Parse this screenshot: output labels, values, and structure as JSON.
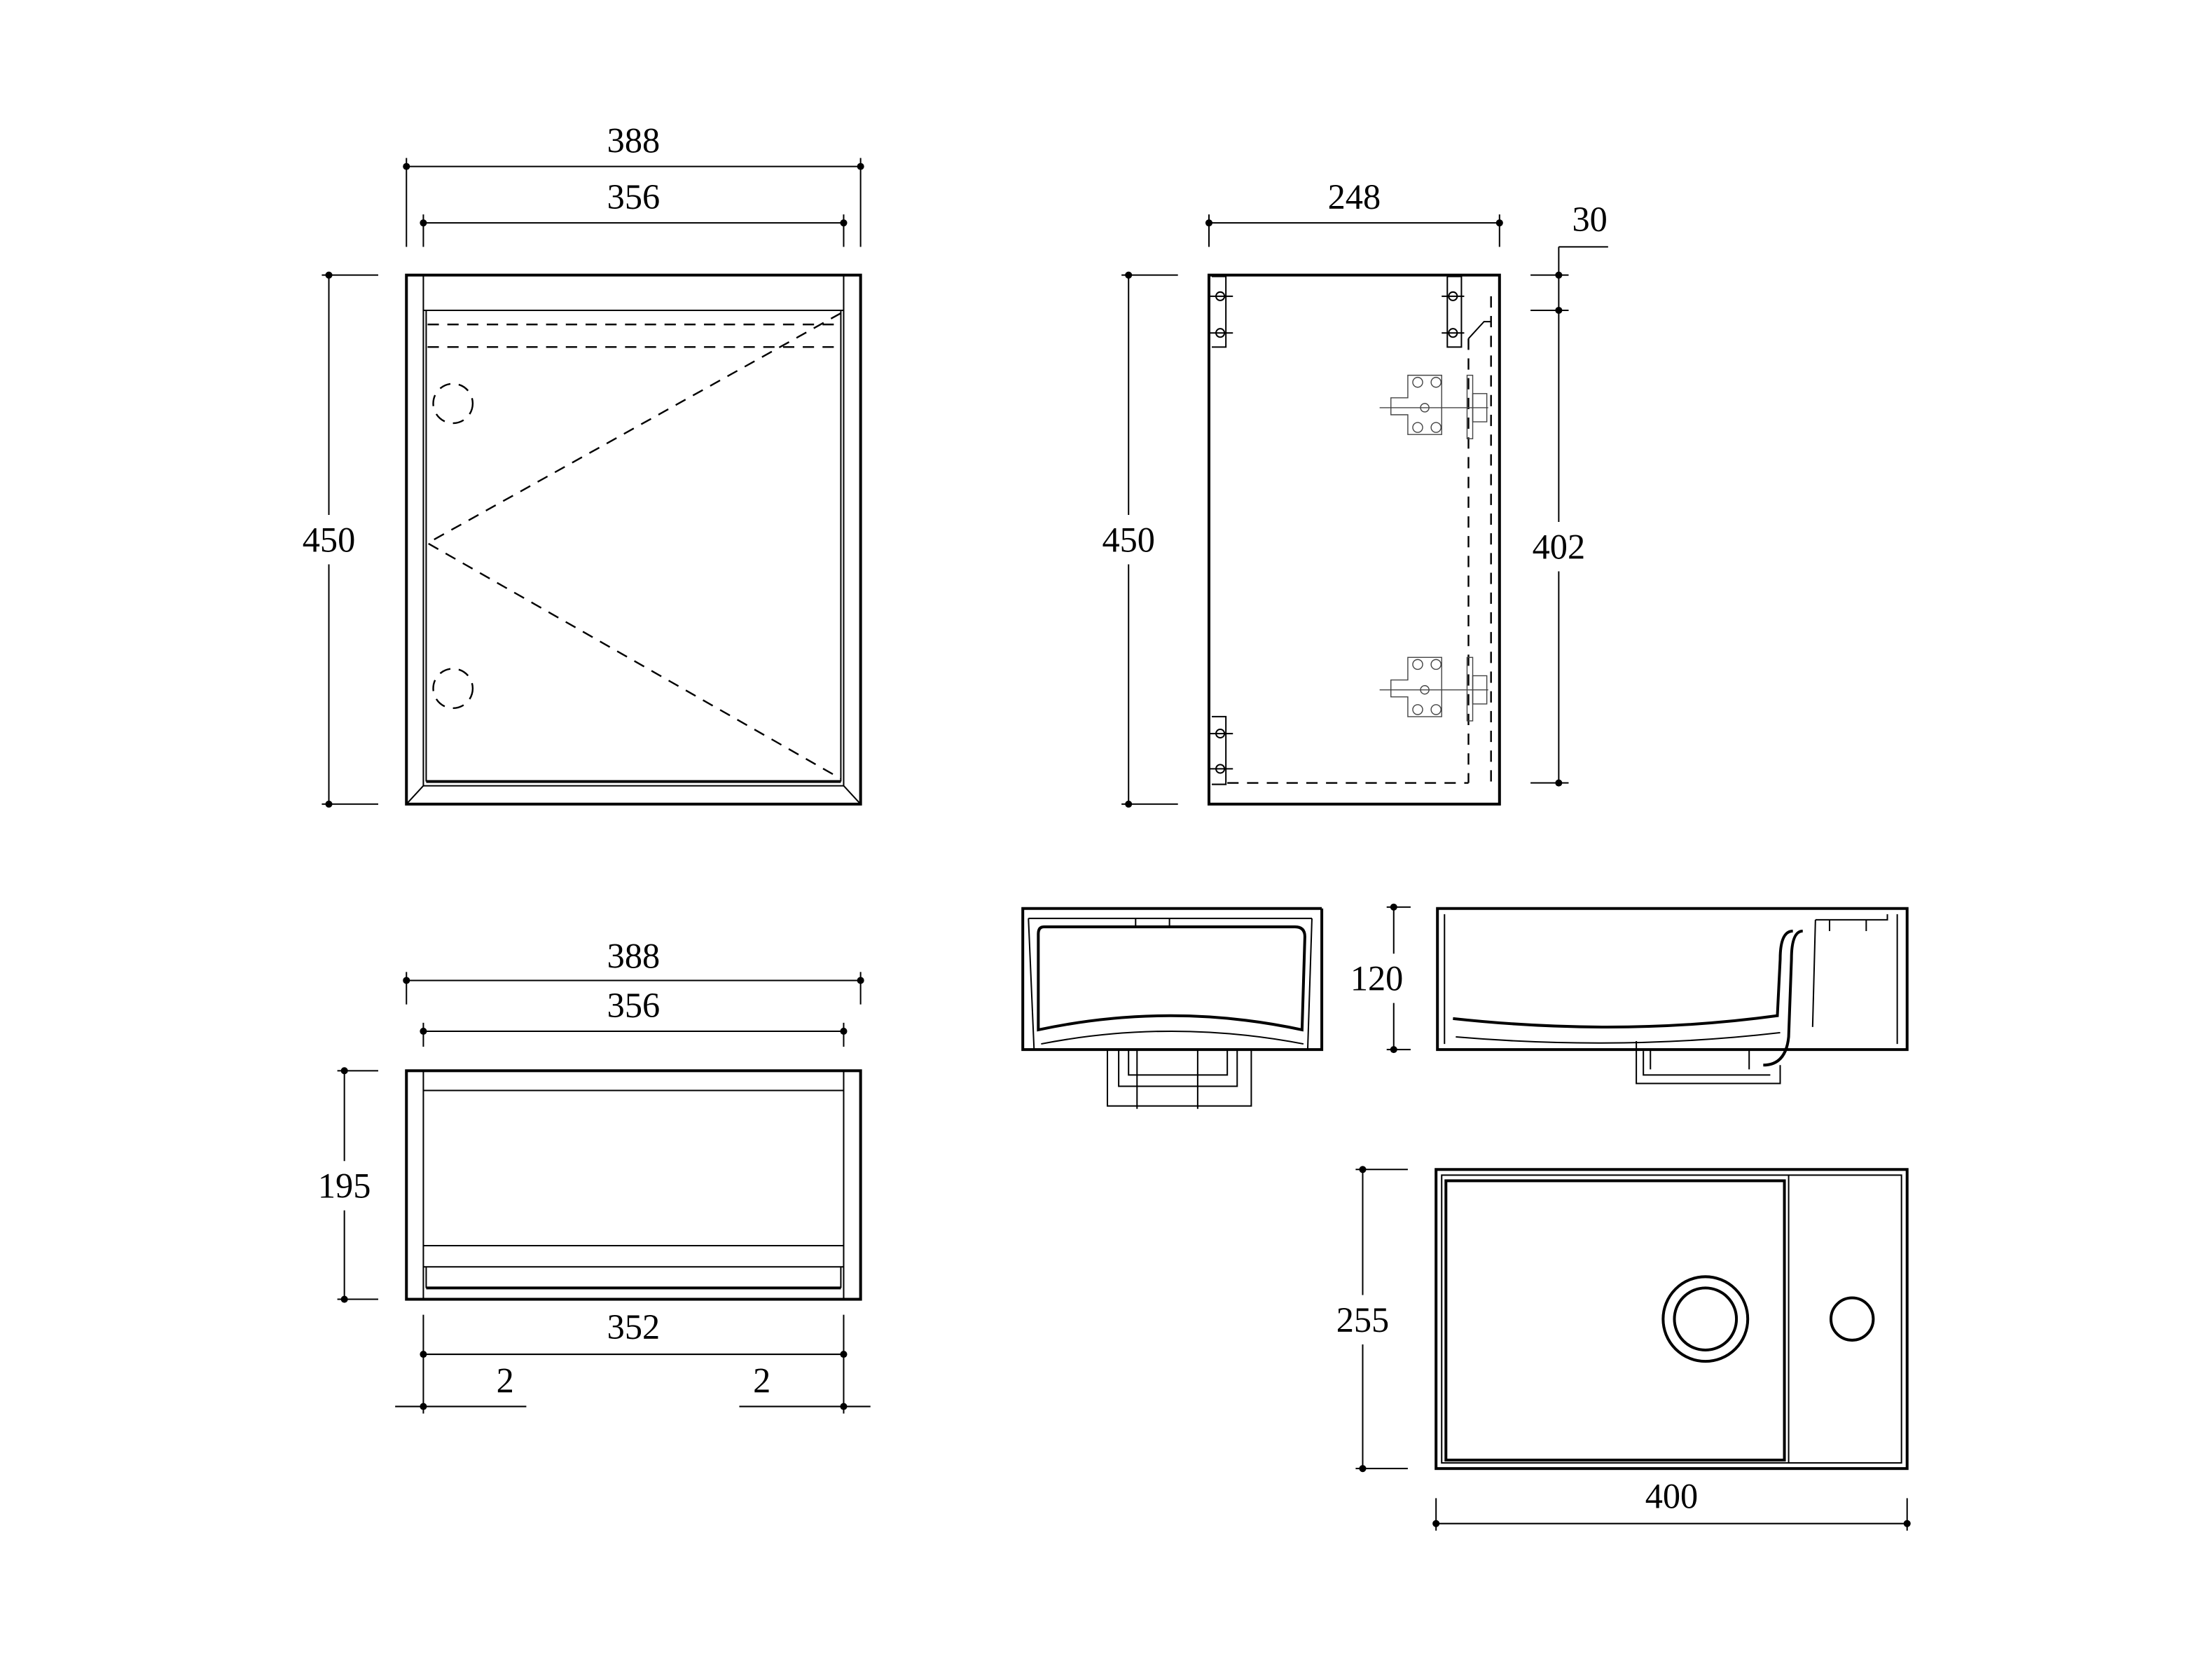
{
  "front_view": {
    "width_outer": "388",
    "width_inner": "356",
    "height": "450"
  },
  "side_view": {
    "depth": "248",
    "top_offset": "30",
    "height": "450",
    "inner_height": "402"
  },
  "top_view": {
    "width_outer": "388",
    "width_inner": "356",
    "depth": "195",
    "inner_width": "352",
    "gap_left": "2",
    "gap_right": "2"
  },
  "basin_elevation": {
    "height": "120"
  },
  "basin_plan": {
    "depth": "255",
    "width": "400"
  }
}
